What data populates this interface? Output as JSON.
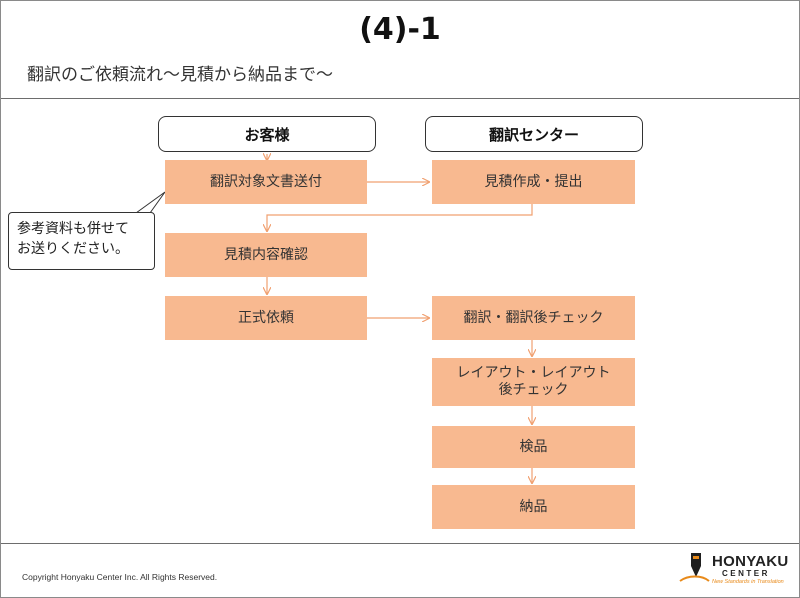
{
  "title": "(4)-1",
  "subtitle": "翻訳のご依頼流れ〜見積から納品まで〜",
  "headers": {
    "customer": "お客様",
    "center": "翻訳センター"
  },
  "customer_steps": [
    "翻訳対象文書送付",
    "見積内容確認",
    "正式依頼"
  ],
  "center_steps": [
    "見積作成・提出",
    "翻訳・翻訳後チェック",
    "レイアウト・レイアウト\n後チェック",
    "検品",
    "納品"
  ],
  "callout": "参考資料も併せて\nお送りください。",
  "footer": "Copyright Honyaku Center Inc. All Rights Reserved.",
  "logo": {
    "name": "HONYAKU",
    "sub": "CENTER",
    "tagline": "New Standards in Translation"
  },
  "colors": {
    "step_fill": "#f8b990",
    "arrow": "#f0a070"
  }
}
